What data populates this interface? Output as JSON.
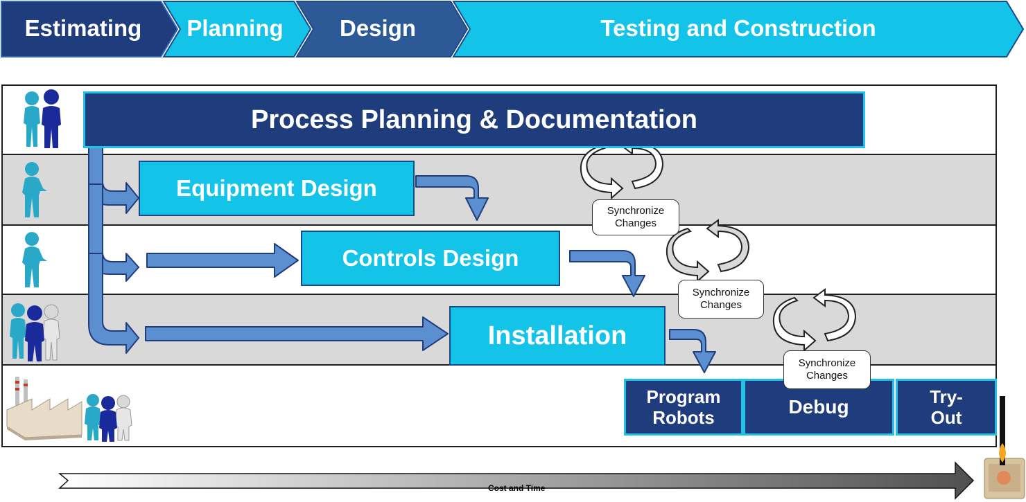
{
  "phases": [
    "Estimating",
    "Planning",
    "Design",
    "Testing and Construction"
  ],
  "boxes": {
    "process": "Process Planning & Documentation",
    "equipment": "Equipment Design",
    "controls": "Controls Design",
    "installation": "Installation",
    "program_robots": "Program Robots",
    "debug": "Debug",
    "tryout": "Try-Out"
  },
  "sync": {
    "line1": "Synchronize",
    "line2": "Changes"
  },
  "cost_label": "Cost and Time",
  "colors": {
    "dark_navy": "#1f3c7c",
    "cyan": "#14c3e8",
    "arrow_blue": "#5b8fd0",
    "lane_gray": "#d9d9d9"
  },
  "icons": {
    "lane1": "two-people-icon",
    "lane2": "person-icon",
    "lane3": "person-icon",
    "lane4": "three-people-icon",
    "lane5": "factory-with-people-icon",
    "corner": "money-fire-icon"
  }
}
